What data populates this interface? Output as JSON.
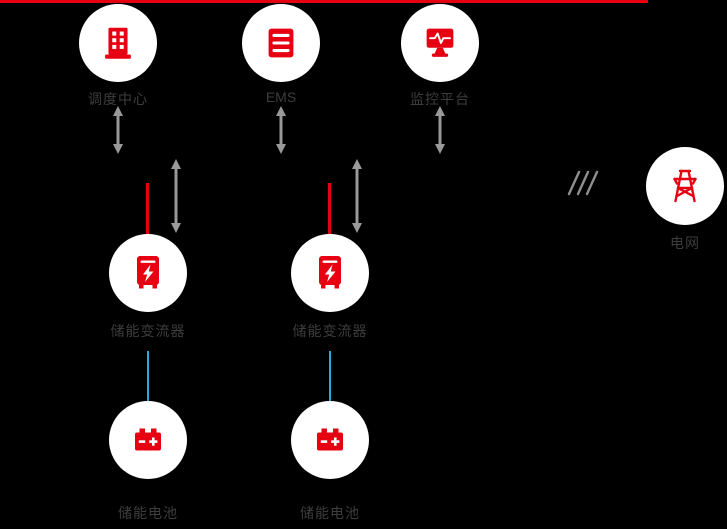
{
  "diagram": {
    "nodes": {
      "dispatch_center": {
        "label": "调度中心",
        "icon": "building-icon"
      },
      "ems": {
        "label": "EMS",
        "icon": "server-icon"
      },
      "monitoring_platform": {
        "label": "监控平台",
        "icon": "monitor-pulse-icon"
      },
      "grid": {
        "label": "电网",
        "icon": "transmission-tower-icon"
      },
      "inverter_1": {
        "label": "储能变流器",
        "icon": "inverter-icon"
      },
      "inverter_2": {
        "label": "储能变流器",
        "icon": "inverter-icon"
      },
      "battery_1": {
        "label": "储能电池",
        "icon": "battery-icon"
      },
      "battery_2": {
        "label": "储能电池",
        "icon": "battery-icon"
      }
    },
    "colors": {
      "accent_red": "#e60012",
      "line_gray": "#8f8f8f",
      "arrow_gray": "#999999",
      "line_blue": "#29abe2",
      "label_text": "#3d3d3d",
      "background": "#000000",
      "node_fill": "#ffffff"
    }
  }
}
